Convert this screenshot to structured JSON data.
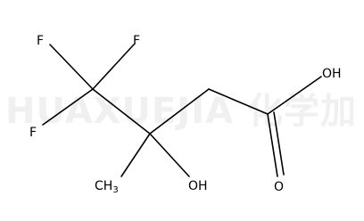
{
  "watermark": {
    "text": "HUAXUEJIA 化学加"
  },
  "molecule": {
    "atoms": {
      "f1": "F",
      "f2": "F",
      "f3": "F",
      "oh_acid": "OH",
      "oh_alcohol": "OH",
      "o_carbonyl": "O",
      "ch3_main": "CH",
      "ch3_sub": "3"
    }
  }
}
